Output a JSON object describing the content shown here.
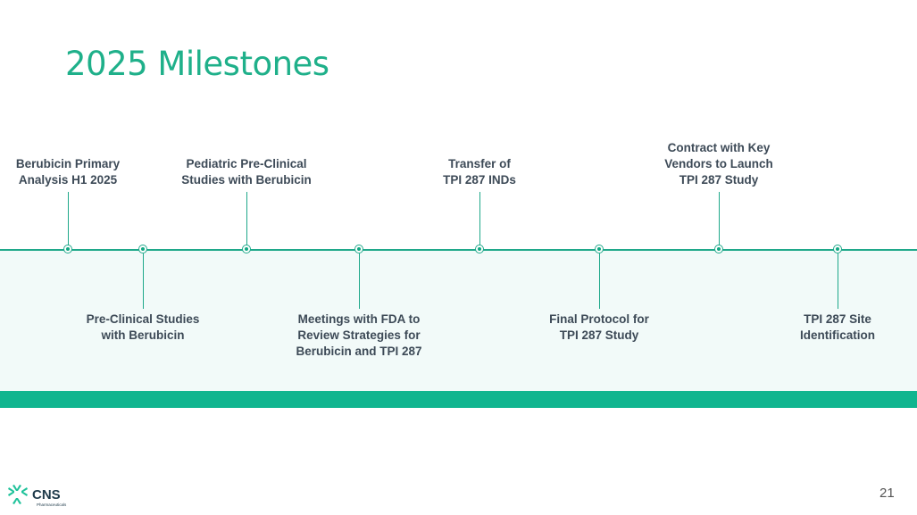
{
  "slide": {
    "title": "2025 Milestones",
    "page_number": "21"
  },
  "colors": {
    "accent": "#1fb08a",
    "band": "#f2faf9",
    "bar": "#10b58f",
    "text": "#3d4a57"
  },
  "milestones": [
    {
      "label": "Berubicin Primary Analysis H1 2025",
      "lines": [
        "Berubicin Primary",
        "Analysis H1 2025"
      ],
      "position": "top"
    },
    {
      "label": "Pre-Clinical Studies with Berubicin",
      "lines": [
        "Pre-Clinical Studies",
        "with Berubicin"
      ],
      "position": "bottom"
    },
    {
      "label": "Pediatric Pre-Clinical Studies with Berubicin",
      "lines": [
        "Pediatric Pre-Clinical",
        "Studies with Berubicin"
      ],
      "position": "top"
    },
    {
      "label": "Meetings with FDA to Review Strategies for Berubicin and TPI 287",
      "lines": [
        "Meetings with FDA to",
        "Review Strategies for",
        "Berubicin and TPI 287"
      ],
      "position": "bottom"
    },
    {
      "label": "Transfer of TPI 287 INDs",
      "lines": [
        "Transfer of",
        "TPI 287 INDs"
      ],
      "position": "top"
    },
    {
      "label": "Final Protocol for TPI 287 Study",
      "lines": [
        "Final Protocol for",
        "TPI 287 Study"
      ],
      "position": "bottom"
    },
    {
      "label": "Contract with Key Vendors to Launch TPI 287 Study",
      "lines": [
        "Contract with Key",
        "Vendors to Launch",
        "TPI 287 Study"
      ],
      "position": "top"
    },
    {
      "label": "TPI 287 Site Identification",
      "lines": [
        "TPI 287 Site",
        "Identification"
      ],
      "position": "bottom"
    }
  ],
  "logo": {
    "name": "CNS",
    "subtitle": "Pharmaceuticals"
  }
}
